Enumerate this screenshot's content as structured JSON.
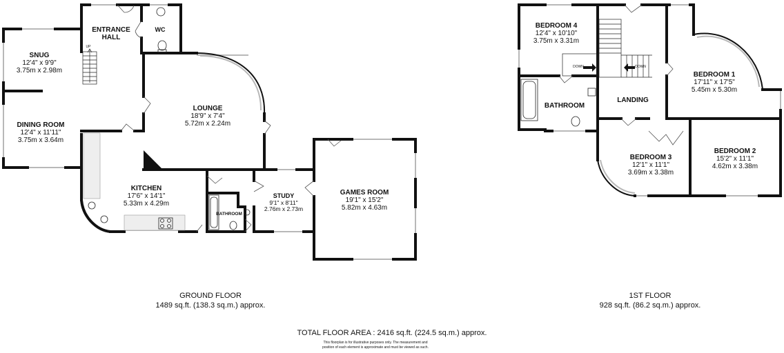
{
  "ground_floor": {
    "title": "GROUND FLOOR",
    "area": "1489 sq.ft. (138.3 sq.m.) approx.",
    "rooms": {
      "entrance_hall": {
        "line1": "ENTRANCE",
        "line2": "HALL"
      },
      "wc": {
        "name": "WC"
      },
      "snug": {
        "name": "SNUG",
        "imperial": "12'4\"  x 9'9\"",
        "metric": "3.75m  x 2.98m"
      },
      "dining_room": {
        "name": "DINING ROOM",
        "imperial": "12'4\"  x 11'11\"",
        "metric": "3.75m  x 3.64m"
      },
      "lounge": {
        "name": "LOUNGE",
        "imperial": "18'9\"  x 7'4\"",
        "metric": "5.72m  x 2.24m"
      },
      "kitchen": {
        "name": "KITCHEN",
        "imperial": "17'6\"  x 14'1\"",
        "metric": "5.33m  x 4.29m"
      },
      "bathroom": {
        "name": "BATHROOM"
      },
      "study": {
        "name": "STUDY",
        "imperial": "9'1\"  x 8'11\"",
        "metric": "2.76m  x 2.73m"
      },
      "games_room": {
        "name": "GAMES ROOM",
        "imperial": "19'1\"  x 15'2\"",
        "metric": "5.82m  x 4.63m"
      }
    },
    "stair_label": "UP"
  },
  "first_floor": {
    "title": "1ST FLOOR",
    "area": "928 sq.ft. (86.2 sq.m.) approx.",
    "rooms": {
      "bedroom_4": {
        "name": "BEDROOM 4",
        "imperial": "12'4\"  x 10'10\"",
        "metric": "3.75m  x 3.31m"
      },
      "bedroom_1": {
        "name": "BEDROOM 1",
        "imperial": "17'11\"  x 17'5\"",
        "metric": "5.45m  x 5.30m"
      },
      "bathroom": {
        "name": "BATHROOM"
      },
      "landing": {
        "name": "LANDING"
      },
      "bedroom_3": {
        "name": "BEDROOM 3",
        "imperial": "12'1\"  x 11'1\"",
        "metric": "3.69m  x 3.38m"
      },
      "bedroom_2": {
        "name": "BEDROOM 2",
        "imperial": "15'2\"  x 11'1\"",
        "metric": "4.62m  x 3.38m"
      }
    },
    "stair_label_left": "DOWN",
    "stair_label_right": "DOWN"
  },
  "total_area": "TOTAL FLOOR AREA : 2416 sq.ft. (224.5 sq.m.) approx.",
  "disclaimer": {
    "line1": "This floorplan is for illustrative purposes only. The measurement and",
    "line2": "position of each element is approximate and must be viewed as such."
  },
  "colors": {
    "wall": "#111111",
    "window": "#b8b8b8",
    "background": "#ffffff"
  }
}
